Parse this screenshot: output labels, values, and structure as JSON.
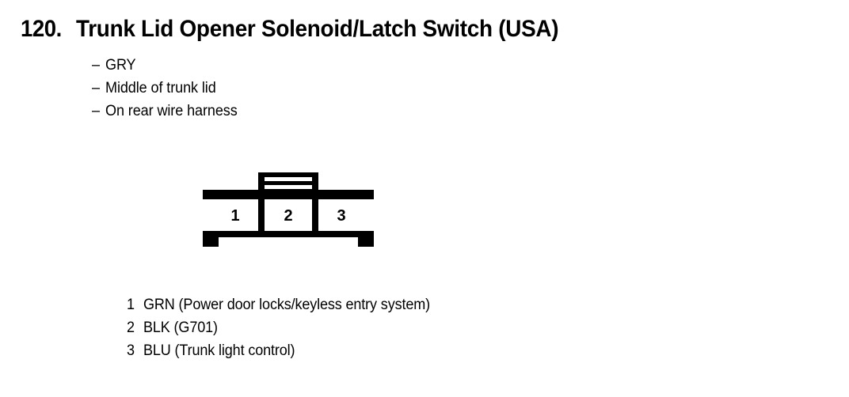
{
  "heading": {
    "number": "120.",
    "title": "Trunk Lid Opener Solenoid/Latch Switch (USA)"
  },
  "bullets": {
    "dash": "–",
    "items": [
      {
        "text": "GRY"
      },
      {
        "text": "Middle of trunk lid"
      },
      {
        "text": "On rear wire harness"
      }
    ]
  },
  "connector": {
    "name": "3-pin connector",
    "pins": [
      {
        "number": "1"
      },
      {
        "number": "2"
      },
      {
        "number": "3"
      }
    ],
    "line_color": "#000000",
    "fill_color": "#ffffff"
  },
  "legend": {
    "rows": [
      {
        "number": "1",
        "text": "GRN (Power door locks/keyless entry system)"
      },
      {
        "number": "2",
        "text": "BLK (G701)"
      },
      {
        "number": "3",
        "text": "BLU (Trunk light control)"
      }
    ]
  }
}
